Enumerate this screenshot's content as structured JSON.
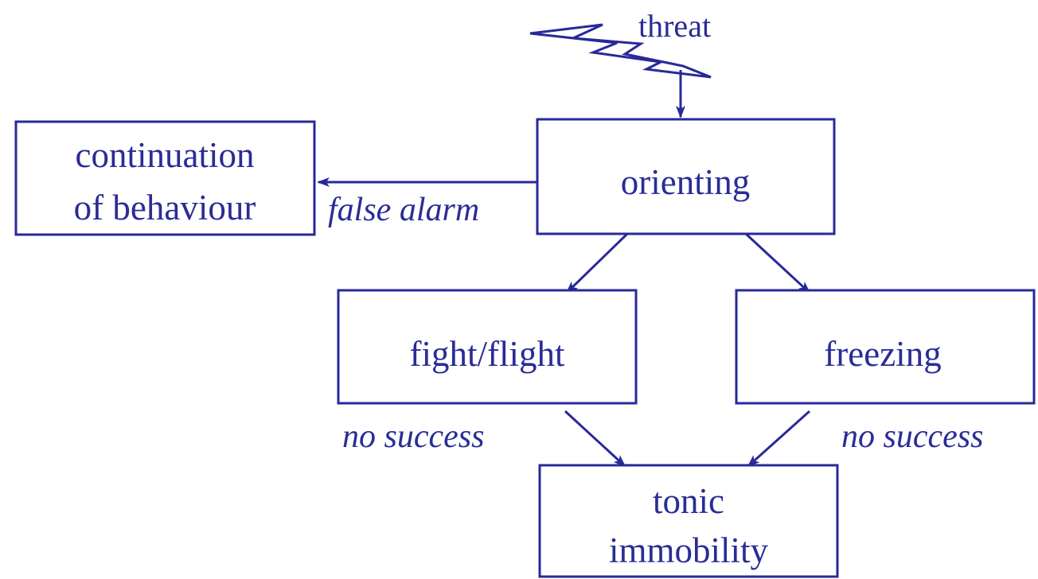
{
  "diagram": {
    "threat_label": "threat",
    "nodes": {
      "continuation": {
        "line1": "continuation",
        "line2": "of behaviour"
      },
      "orienting": {
        "label": "orienting"
      },
      "fight_flight": {
        "label": "fight/flight"
      },
      "freezing": {
        "label": "freezing"
      },
      "tonic": {
        "line1": "tonic",
        "line2": "immobility"
      }
    },
    "edges": {
      "false_alarm": "false alarm",
      "fight_no_success": "no success",
      "freeze_no_success": "no success"
    },
    "colors": {
      "stroke": "#27299a",
      "text": "#2a2c96",
      "background": "#ffffff"
    }
  }
}
